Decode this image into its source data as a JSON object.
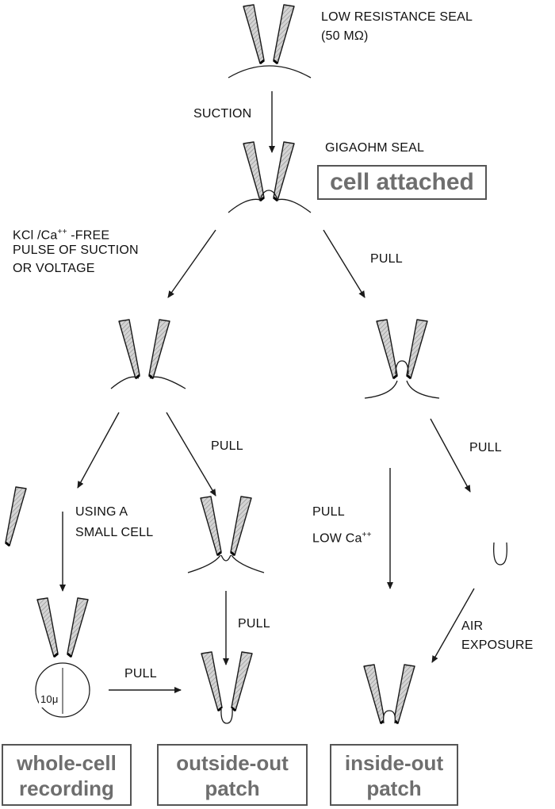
{
  "labels": {
    "low_resistance_seal": "LOW RESISTANCE SEAL",
    "low_resistance_value": "(50 MΩ)",
    "suction": "SUCTION",
    "gigaohm_seal": "GIGAOHM SEAL",
    "kcl_line1_a": "KCl /Ca",
    "kcl_line1_sup": "++",
    "kcl_line1_b": " -FREE",
    "kcl_line2": "PULSE OF SUCTION",
    "kcl_line3": "OR VOLTAGE",
    "pull_right_top": "PULL",
    "pull_mid_left": "PULL",
    "using_line1": "USING A",
    "using_line2": "SMALL CELL",
    "pull_center_vertical": "PULL",
    "pull_whole_to_outside": "PULL",
    "pull_low_ca": "PULL",
    "low_ca_a": "LOW Ca",
    "low_ca_sup": "++",
    "pull_right_mid": "PULL",
    "air_line1": "AIR",
    "air_line2": "EXPOSURE",
    "cell_size": "10μ"
  },
  "boxes": {
    "cell_attached": "cell attached",
    "whole_cell_1": "whole-cell",
    "whole_cell_2": "recording",
    "outside_out_1": "outside-out",
    "outside_out_2": "patch",
    "inside_out_1": "inside-out",
    "inside_out_2": "patch"
  },
  "colors": {
    "box_text": "#6e6e6e",
    "box_border": "#555555",
    "line": "#1a1a1a",
    "pipette_fill": "#bdbdbd"
  }
}
